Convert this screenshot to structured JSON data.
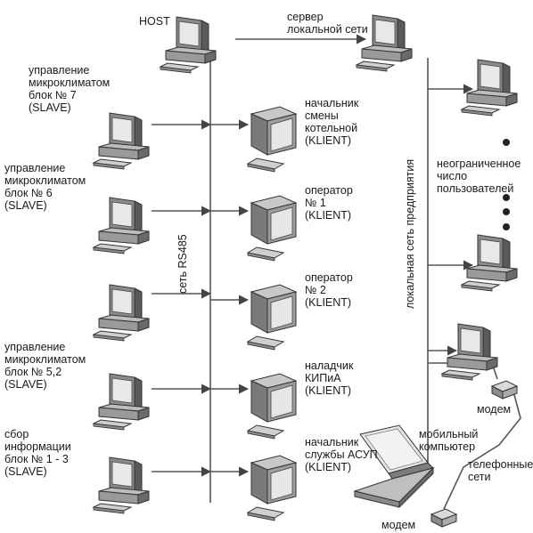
{
  "labels": {
    "host": "HOST",
    "server": "сервер\nлокальной сети",
    "slave7": "управление\nмикроклиматом\nблок № 7\n(SLAVE)",
    "slave6": "управление\nмикроклиматом\nблок № 6\n(SLAVE)",
    "slave52": "управление\nмикроклиматом\nблок № 5,2\n(SLAVE)",
    "slave13": "сбор\nинформации\nблок № 1 - 3\n(SLAVE)",
    "client_boss": "начальник\nсмены\nкотельной\n(KLIENT)",
    "client_op1": "оператор\n№ 1\n(KLIENT)",
    "client_op2": "оператор\n№ 2\n(KLIENT)",
    "client_kip": "наладчик\nКИПиА\n(KLIENT)",
    "client_asup": "начальник\nслужбы АСУП\n(KLIENT)",
    "rs485": "сеть RS485",
    "lan": "локальная сеть предприятия",
    "users": "неограниченное\nчисло\nпользователей",
    "modem_top": "модем",
    "mobile": "мобильный\nкомпьютер",
    "phone": "телефонные\nсети",
    "modem_bottom": "модем"
  }
}
